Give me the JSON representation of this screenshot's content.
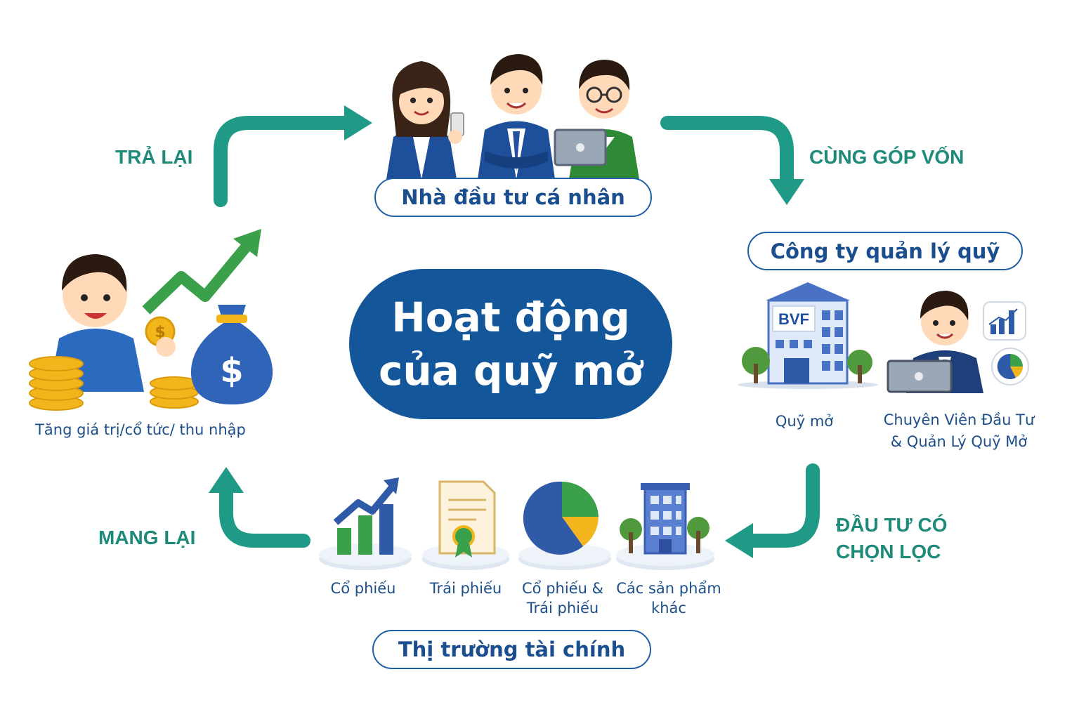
{
  "center": {
    "line1": "Hoạt động",
    "line2": "của quỹ mở"
  },
  "investors": {
    "label": "Nhà đầu tư cá nhân"
  },
  "company": {
    "label": "Công ty quản lý quỹ",
    "fund_caption": "Quỹ mở",
    "expert_line1": "Chuyên Viên Đầu Tư",
    "expert_line2": "& Quản Lý Quỹ Mở",
    "logo_text": "BVF"
  },
  "market": {
    "label": "Thị trường tài chính",
    "items": [
      {
        "line1": "Cổ phiếu",
        "line2": ""
      },
      {
        "line1": "Trái phiếu",
        "line2": ""
      },
      {
        "line1": "Cổ phiếu &",
        "line2": "Trái phiếu"
      },
      {
        "line1": "Các sản phẩm",
        "line2": "khác"
      }
    ]
  },
  "returns": {
    "caption": "Tăng giá trị/cổ tức/ thu nhập",
    "coin_symbol": "$"
  },
  "flows": {
    "tra_lai": "TRẢ LẠI",
    "cung_gop_von": "CÙNG GÓP VỐN",
    "dau_tu_line1": "ĐẦU TƯ CÓ",
    "dau_tu_line2": "CHỌN LỌC",
    "mang_lai": "MANG LẠI"
  },
  "colors": {
    "primary": "#14569a",
    "teal": "#1e8a7a",
    "green": "#3aa14a",
    "gold": "#f2b51c"
  }
}
